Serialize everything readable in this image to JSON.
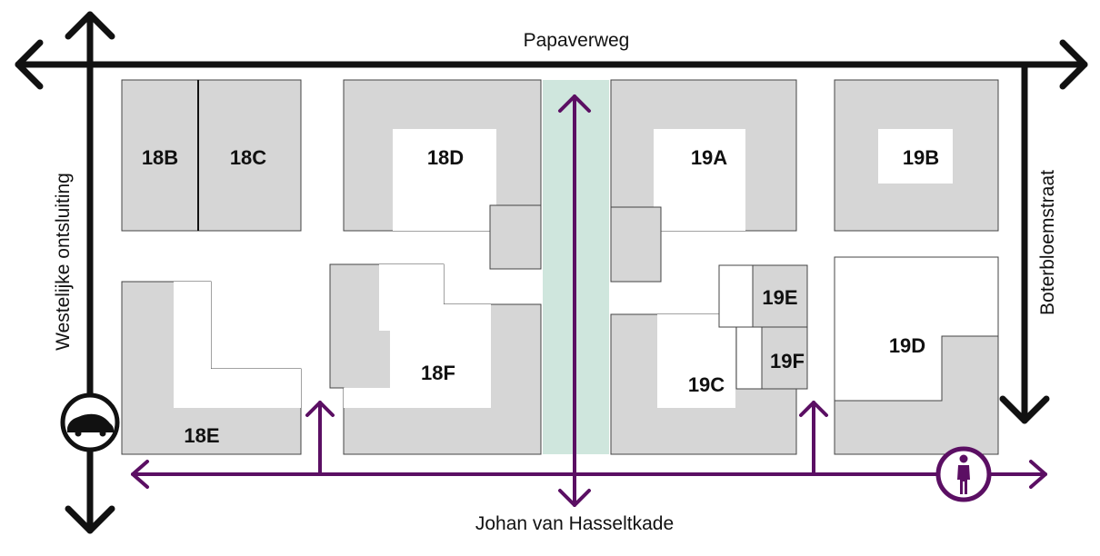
{
  "streets": {
    "north": "Papaverweg",
    "south": "Johan van Hasseltkade",
    "west": "Westelijke ontsluiting",
    "east": "Boterbloemstraat"
  },
  "plots": {
    "p18B": "18B",
    "p18C": "18C",
    "p18D": "18D",
    "p18E": "18E",
    "p18F": "18F",
    "p19A": "19A",
    "p19B": "19B",
    "p19C": "19C",
    "p19D": "19D",
    "p19E": "19E",
    "p19F": "19F"
  },
  "icons": {
    "car": "car-icon",
    "pedestrian": "pedestrian-icon"
  },
  "colors": {
    "road": "#111111",
    "pedestrian_route": "#5b0f63",
    "green_strip": "#cfe6dd",
    "building": "#d6d6d6",
    "courtyard": "#ffffff"
  }
}
